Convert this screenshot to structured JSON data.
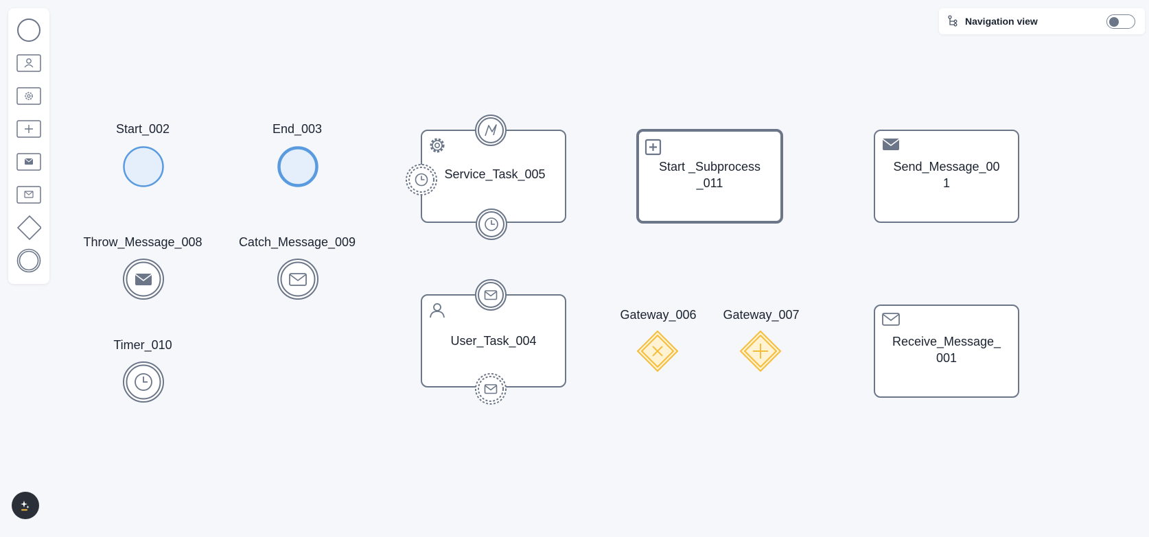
{
  "navigation": {
    "label": "Navigation view",
    "toggle_on": false
  },
  "palette": {
    "tools": [
      "start-event",
      "user-task",
      "service-task",
      "subprocess",
      "send-message",
      "receive-message",
      "gateway",
      "intermediate-event"
    ]
  },
  "events": {
    "start": "Start_002",
    "end": "End_003",
    "throw_message": "Throw_Message_008",
    "catch_message": "Catch_Message_009",
    "timer": "Timer_010"
  },
  "tasks": {
    "service": "Service_Task_005",
    "user": "User_Task_004",
    "subprocess": "Start _Subprocess\n_011",
    "send_message": "Send_Message_00\n1",
    "receive_message": "Receive_Message_\n001"
  },
  "gateways": {
    "exclusive": "Gateway_006",
    "parallel": "Gateway_007"
  },
  "colors": {
    "stroke": "#6b7689",
    "event_blue": "#5a9be0",
    "event_fill": "#e4effb",
    "gateway": "#f5bd3c",
    "background": "#f5f7fa"
  }
}
